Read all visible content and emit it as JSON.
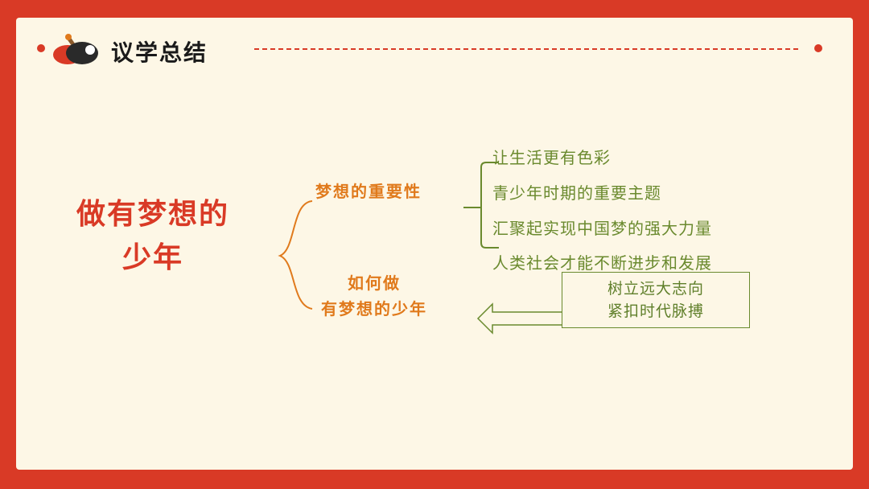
{
  "header": {
    "title": "议学总结"
  },
  "mindmap": {
    "center": {
      "line1": "做有梦想的",
      "line2": "少年"
    },
    "branch1": {
      "label": "梦想的重要性",
      "items": [
        "让生活更有色彩",
        "青少年时期的重要主题",
        "汇聚起实现中国梦的强大力量",
        "人类社会才能不断进步和发展"
      ]
    },
    "branch2": {
      "line1": "如何做",
      "line2": "有梦想的少年",
      "box_lines": [
        "树立远大志向",
        "紧扣时代脉搏"
      ]
    }
  },
  "colors": {
    "frame": "#d93a26",
    "background": "#fdf7e6",
    "orange": "#e07a1c",
    "green": "#6a8a2e"
  },
  "icons": {
    "header_icon": "ping-pong-paddle-icon"
  }
}
